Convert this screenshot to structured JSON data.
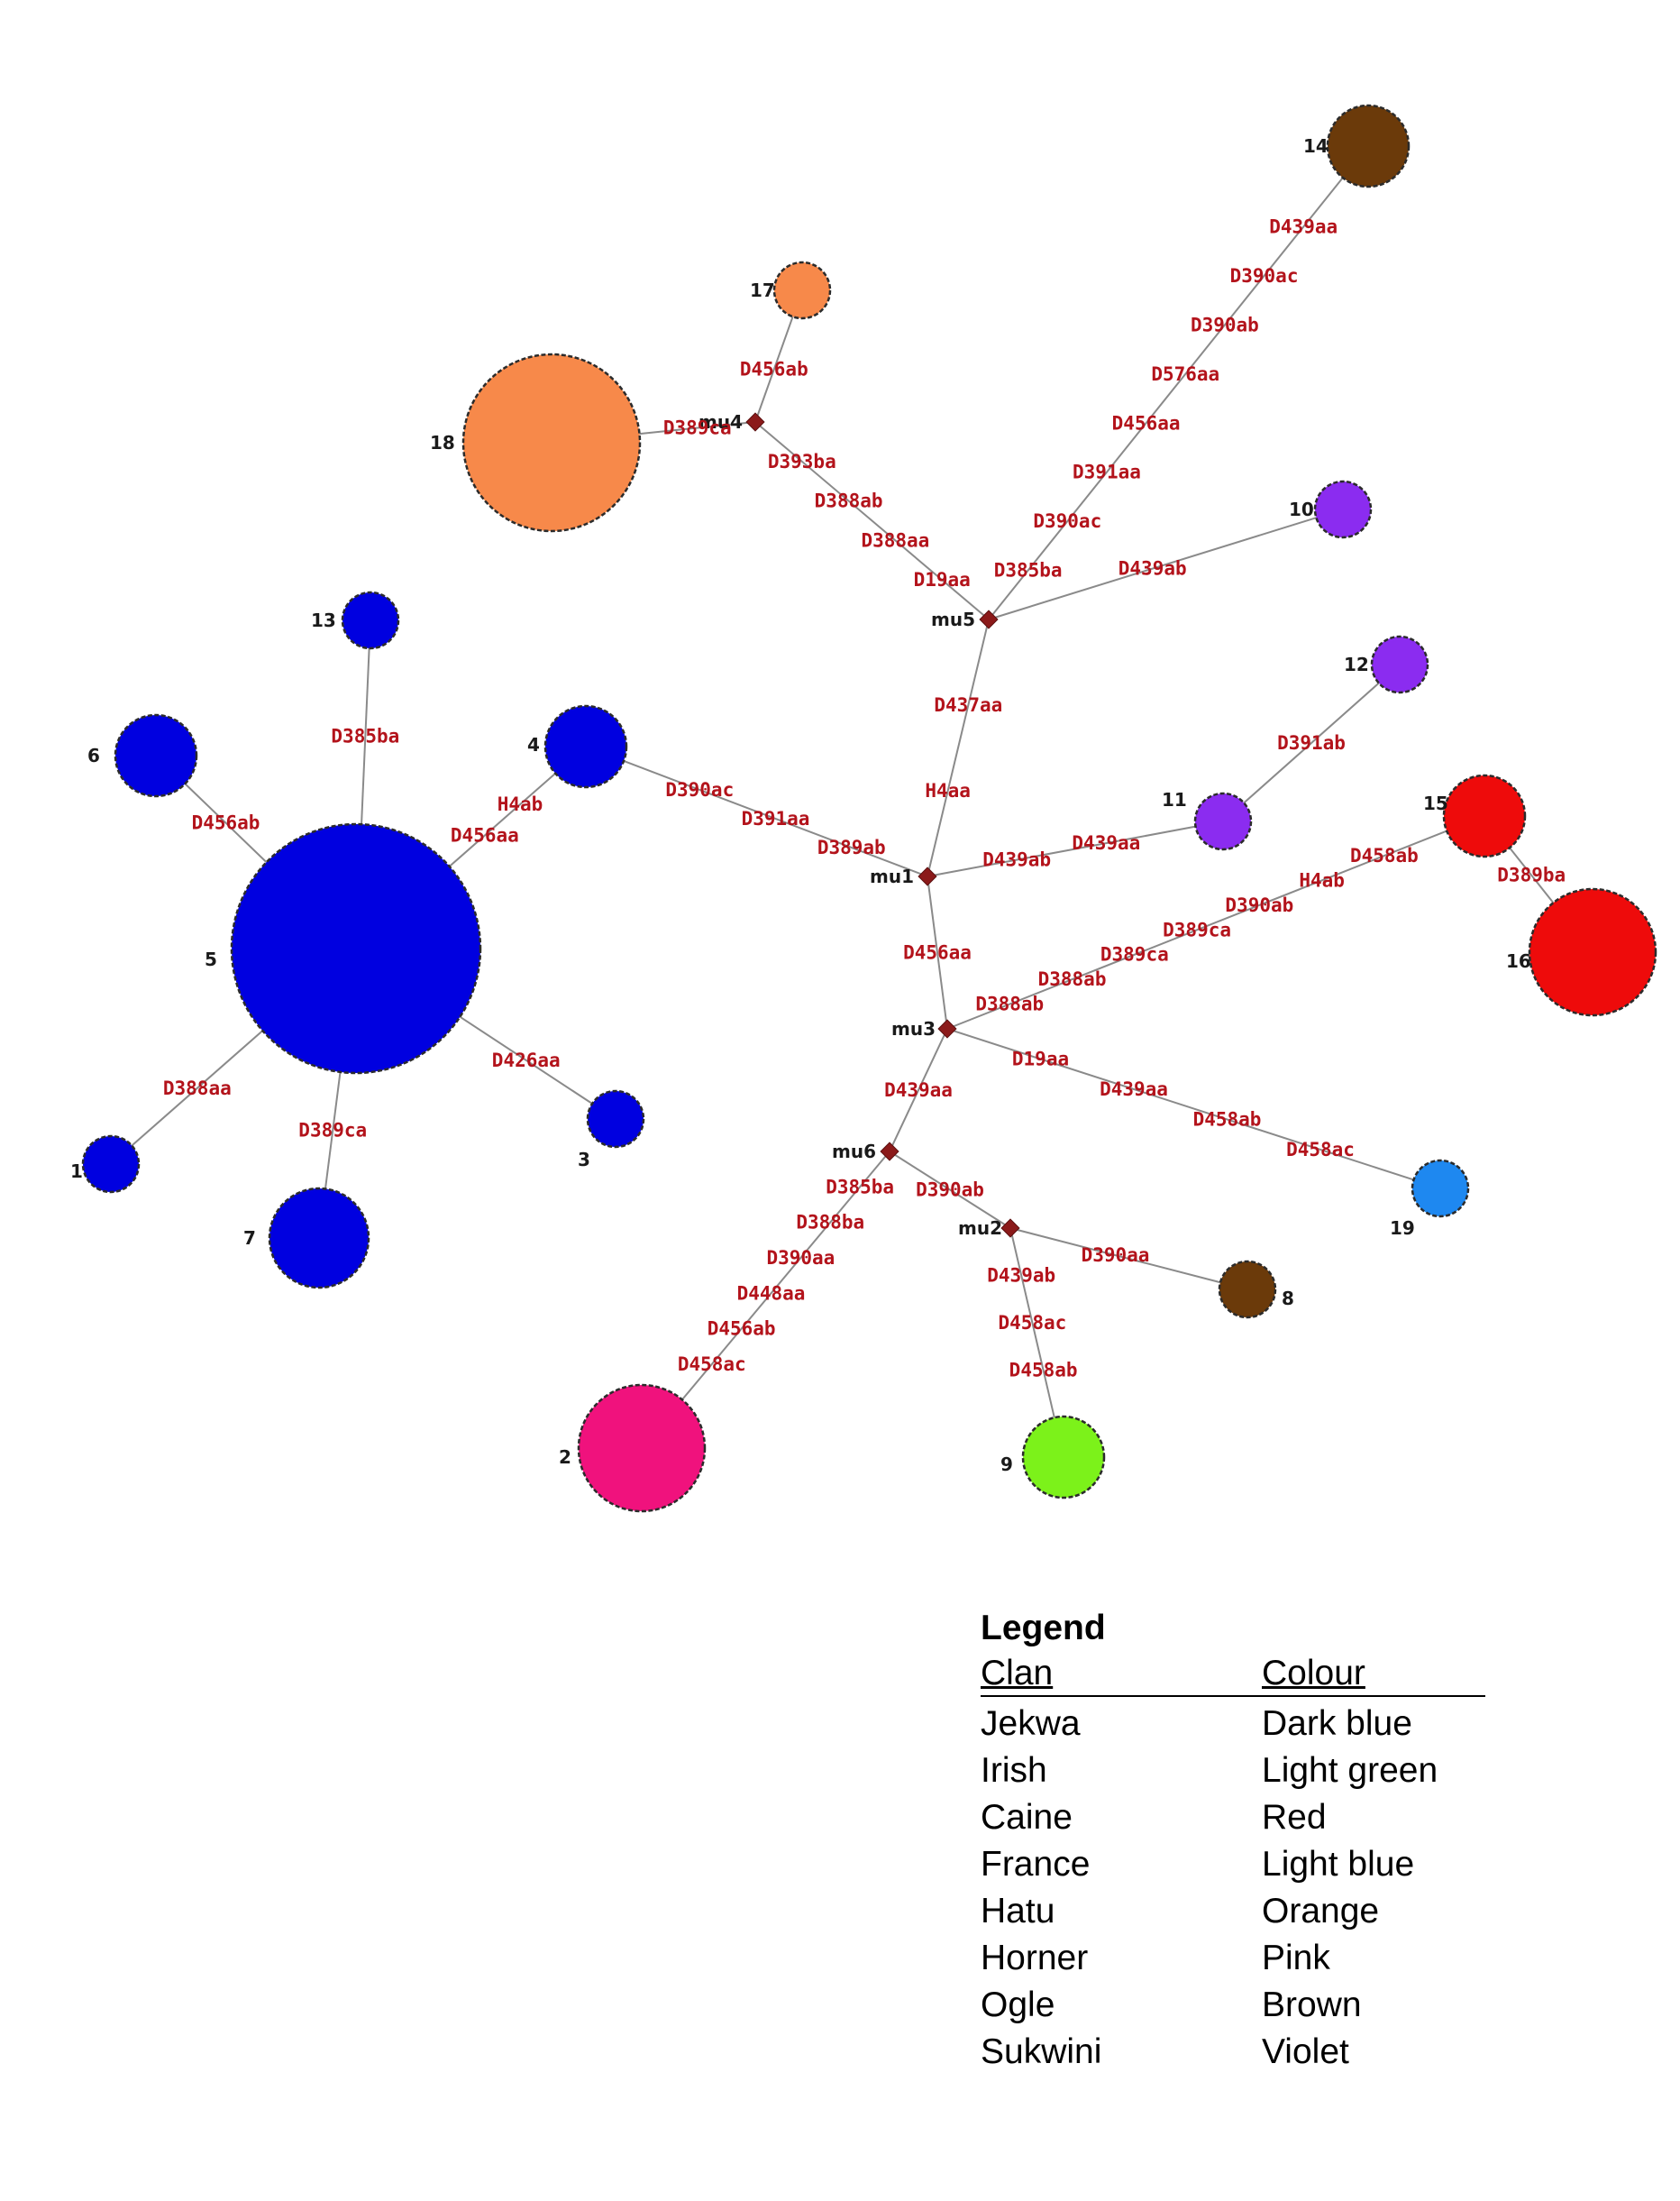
{
  "haplotypes": [
    {
      "id": "1",
      "color": "#0000e0"
    },
    {
      "id": "2",
      "color": "#f0127d"
    },
    {
      "id": "3",
      "color": "#0000e0"
    },
    {
      "id": "4",
      "color": "#0000e0"
    },
    {
      "id": "5",
      "color": "#0000e0"
    },
    {
      "id": "6",
      "color": "#0000e0"
    },
    {
      "id": "7",
      "color": "#0000e0"
    },
    {
      "id": "8",
      "color": "#6b3a0a"
    },
    {
      "id": "9",
      "color": "#7cf21a"
    },
    {
      "id": "10",
      "color": "#8b2cf0"
    },
    {
      "id": "11",
      "color": "#8b2cf0"
    },
    {
      "id": "12",
      "color": "#8b2cf0"
    },
    {
      "id": "13",
      "color": "#0000e0"
    },
    {
      "id": "14",
      "color": "#6b3a0a"
    },
    {
      "id": "15",
      "color": "#ee0b0b"
    },
    {
      "id": "16",
      "color": "#ee0b0b"
    },
    {
      "id": "17",
      "color": "#f7894a"
    },
    {
      "id": "18",
      "color": "#f7894a"
    },
    {
      "id": "19",
      "color": "#1e88f0"
    }
  ],
  "median_vectors": [
    "mu1",
    "mu2",
    "mu3",
    "mu4",
    "mu5",
    "mu6"
  ],
  "edges": [
    {
      "from": "18",
      "to": "mu4",
      "mutations": [
        "D389ca"
      ]
    },
    {
      "from": "17",
      "to": "mu4",
      "mutations": [
        "D456ab"
      ]
    },
    {
      "from": "mu4",
      "to": "mu5",
      "mutations": [
        "D393ba",
        "D388ab",
        "D388aa",
        "D19aa"
      ]
    },
    {
      "from": "mu5",
      "to": "14",
      "mutations": [
        "D385ba",
        "D390ac",
        "D391aa",
        "D456aa",
        "D576aa",
        "D390ab",
        "D390ac",
        "D439aa"
      ]
    },
    {
      "from": "mu5",
      "to": "10",
      "mutations": [
        "D439ab"
      ]
    },
    {
      "from": "mu5",
      "to": "mu1",
      "mutations": [
        "D437aa",
        "H4aa"
      ]
    },
    {
      "from": "mu1",
      "to": "4",
      "mutations": [
        "D389ab",
        "D391aa",
        "D390ac"
      ]
    },
    {
      "from": "mu1",
      "to": "11",
      "mutations": [
        "D439ab",
        "D439aa"
      ]
    },
    {
      "from": "11",
      "to": "12",
      "mutations": [
        "D391ab"
      ]
    },
    {
      "from": "mu1",
      "to": "mu3",
      "mutations": [
        "D456aa"
      ]
    },
    {
      "from": "mu3",
      "to": "15",
      "mutations": [
        "D388ab",
        "D388ab",
        "D389ca",
        "D389ca",
        "D390ab",
        "H4ab",
        "D458ab"
      ]
    },
    {
      "from": "15",
      "to": "16",
      "mutations": [
        "D389ba"
      ]
    },
    {
      "from": "mu3",
      "to": "19",
      "mutations": [
        "D19aa",
        "D439aa",
        "D458ab",
        "D458ac"
      ]
    },
    {
      "from": "mu3",
      "to": "mu6",
      "mutations": [
        "D439aa"
      ]
    },
    {
      "from": "mu6",
      "to": "mu2",
      "mutations": [
        "D390ab"
      ]
    },
    {
      "from": "mu2",
      "to": "8",
      "mutations": [
        "D390aa"
      ]
    },
    {
      "from": "mu2",
      "to": "9",
      "mutations": [
        "D439ab",
        "D458ac",
        "D458ab"
      ]
    },
    {
      "from": "mu6",
      "to": "2",
      "mutations": [
        "D385ba",
        "D388ba",
        "D390aa",
        "D448aa",
        "D456ab",
        "D458ac"
      ]
    },
    {
      "from": "4",
      "to": "5",
      "mutations": [
        "H4ab",
        "D456aa"
      ]
    },
    {
      "from": "13",
      "to": "5",
      "mutations": [
        "D385ba"
      ]
    },
    {
      "from": "6",
      "to": "5",
      "mutations": [
        "D456ab"
      ]
    },
    {
      "from": "5",
      "to": "1",
      "mutations": [
        "D388aa"
      ]
    },
    {
      "from": "5",
      "to": "7",
      "mutations": [
        "D389ca"
      ]
    },
    {
      "from": "5",
      "to": "3",
      "mutations": [
        "D426aa"
      ]
    }
  ],
  "legend": {
    "title": "Legend",
    "col_clan": "Clan",
    "col_colour": "Colour",
    "rows": [
      {
        "clan": "Jekwa",
        "colour": "Dark blue"
      },
      {
        "clan": "Irish",
        "colour": "Light green"
      },
      {
        "clan": "Caine",
        "colour": "Red"
      },
      {
        "clan": "France",
        "colour": "Light blue"
      },
      {
        "clan": "Hatu",
        "colour": "Orange"
      },
      {
        "clan": "Horner",
        "colour": "Pink"
      },
      {
        "clan": "Ogle",
        "colour": "Brown"
      },
      {
        "clan": "Sukwini",
        "colour": "Violet"
      }
    ]
  }
}
